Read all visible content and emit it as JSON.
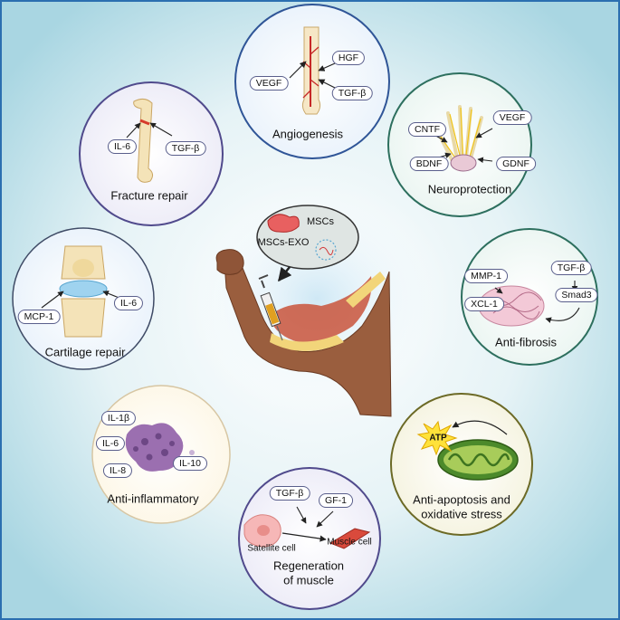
{
  "center": {
    "mscs": "MSCs",
    "mscs_exo": "MSCs-EXO"
  },
  "angiogenesis": {
    "title": "Angiogenesis",
    "factors": [
      "VEGF",
      "HGF",
      "TGF-β"
    ]
  },
  "neuroprotection": {
    "title": "Neuroprotection",
    "factors": [
      "CNTF",
      "VEGF",
      "BDNF",
      "GDNF"
    ]
  },
  "anti_fibrosis": {
    "title": "Anti-fibrosis",
    "factors": [
      "MMP-1",
      "TGF-β",
      "XCL-1",
      "Smad3"
    ]
  },
  "anti_apoptosis": {
    "title_line1": "Anti-apoptosis and",
    "title_line2": "oxidative stress",
    "atp": "ATP"
  },
  "muscle": {
    "title_line1": "Regeneration",
    "title_line2": "of muscle",
    "factors": [
      "TGF-β",
      "GF-1"
    ],
    "satellite": "Satellite cell",
    "muscle_cell": "Muscle cell"
  },
  "anti_inflammatory": {
    "title": "Anti-inflammatory",
    "factors": [
      "IL-1β",
      "IL-6",
      "IL-8",
      "IL-10"
    ]
  },
  "cartilage": {
    "title": "Cartilage repair",
    "factors": [
      "MCP-1",
      "IL-6"
    ]
  },
  "fracture": {
    "title": "Fracture repair",
    "factors": [
      "IL-6",
      "TGF-β"
    ]
  },
  "colors": {
    "frame": "#2b6fb0",
    "bg_center": "#ffffff",
    "bg_edge": "#a9d6e2",
    "circle_blue": "#2f5597",
    "circle_teal": "#2d6f5e",
    "circle_olive": "#6c6a26",
    "circle_purple": "#504a8c",
    "circle_gray": "#3f4b66"
  }
}
